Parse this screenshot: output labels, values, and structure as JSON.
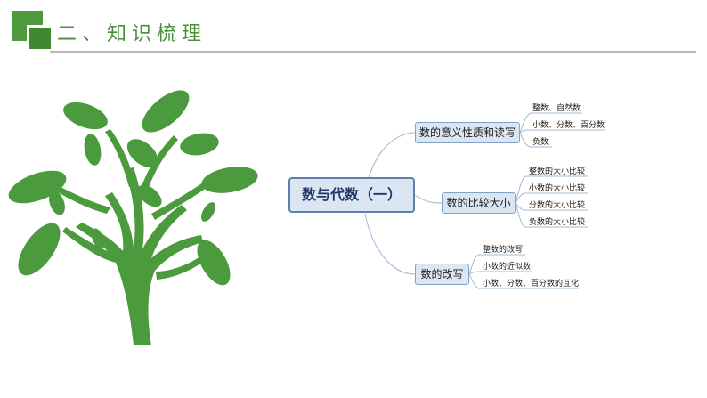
{
  "header": {
    "title": "二、知识梳理"
  },
  "colors": {
    "accent_green": "#4e9a3c",
    "node_fill": "#dce6f3",
    "node_border": "#5b7fb0",
    "link": "#9fb8d6"
  },
  "mindmap": {
    "central": "数与代数（一）",
    "branches": [
      {
        "label": "数的意义性质和读写",
        "children": [
          "整数、自然数",
          "小数、分数、百分数",
          "负数"
        ]
      },
      {
        "label": "数的比较大小",
        "children": [
          "整数的大小比较",
          "小数的大小比较",
          "分数的大小比较",
          "负数的大小比较"
        ]
      },
      {
        "label": "数的改写",
        "children": [
          "整数的改写",
          "小数的近似数",
          "小数、分数、百分数的互化"
        ]
      }
    ]
  }
}
